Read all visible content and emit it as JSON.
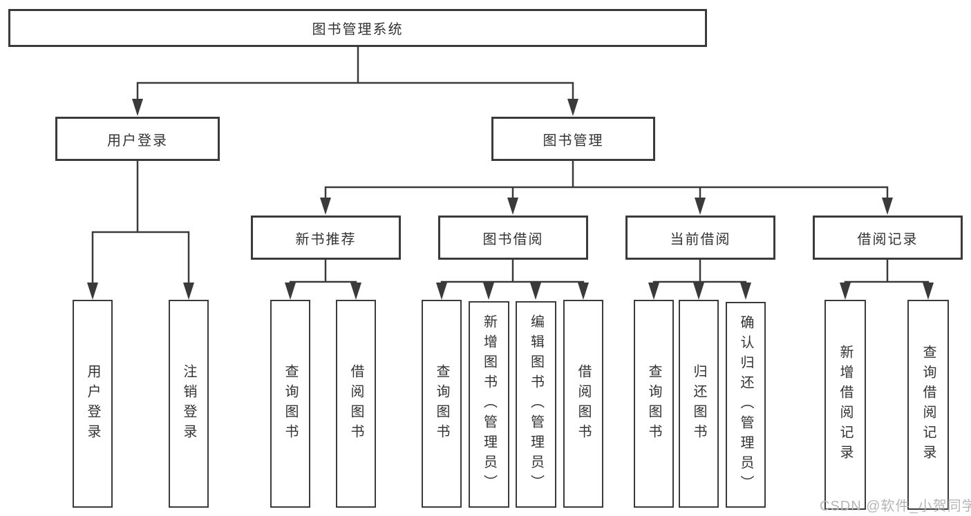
{
  "colors": {
    "line": "#3a3a3a",
    "text": "#333333",
    "watermark": "#b5b5b9",
    "box_bg": "#ffffff"
  },
  "tree": {
    "root": "图书管理系统",
    "level2": [
      {
        "label": "用户登录"
      },
      {
        "label": "图书管理"
      }
    ],
    "level3": [
      {
        "label": "新书推荐"
      },
      {
        "label": "图书借阅"
      },
      {
        "label": "当前借阅"
      },
      {
        "label": "借阅记录"
      }
    ],
    "leaves": {
      "user": [
        "用户登录",
        "注销登录"
      ],
      "recommend": [
        "查询图书",
        "借阅图书"
      ],
      "borrow": [
        "查询图书",
        "新增图书（管理员）",
        "编辑图书（管理员）",
        "借阅图书"
      ],
      "current": [
        "查询图书",
        "归还图书",
        "确认归还（管理员）"
      ],
      "records": [
        "新增借阅记录",
        "查询借阅记录"
      ]
    }
  },
  "watermark": "CSDN @软件_小贺同学"
}
